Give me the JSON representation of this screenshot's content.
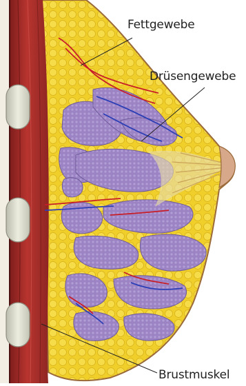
{
  "labels": {
    "fat_tissue": "Fettgewebe",
    "glandular_tissue": "Drüsengewebe",
    "chest_muscle": "Brustmuskel"
  }
}
